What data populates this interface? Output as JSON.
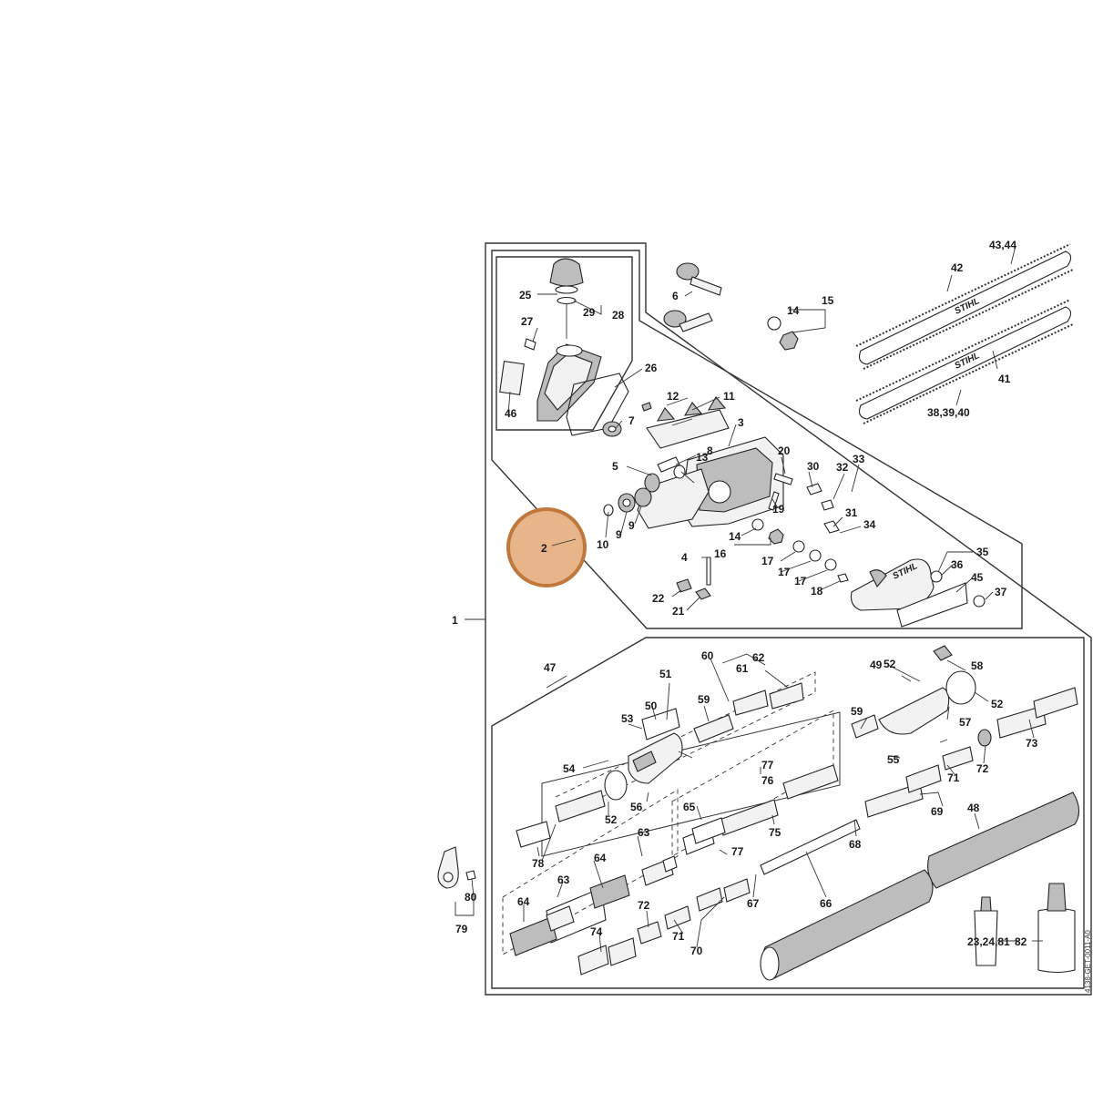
{
  "diagram": {
    "drawing_code": "4138-GET-0011-A0",
    "brand_text": "STIHL",
    "highlight_color": "#e8b48a",
    "highlight_stroke": "#c0783c",
    "highlighted_part": "2",
    "labels": {
      "p1": "1",
      "p2": "2",
      "p3": "3",
      "p4": "4",
      "p5": "5",
      "p6": "6",
      "p7": "7",
      "p8": "8",
      "p9a": "9",
      "p9b": "9",
      "p10": "10",
      "p11": "11",
      "p12": "12",
      "p13": "13",
      "p14a": "14",
      "p14b": "14",
      "p15": "15",
      "p16": "16",
      "p17a": "17",
      "p17b": "17",
      "p17c": "17",
      "p18": "18",
      "p19": "19",
      "p20": "20",
      "p21": "21",
      "p22": "22",
      "p25": "25",
      "p26": "26",
      "p27": "27",
      "p28": "28",
      "p29": "29",
      "p30": "30",
      "p31": "31",
      "p32": "32",
      "p33": "33",
      "p34": "34",
      "p35": "35",
      "p36": "36",
      "p37": "37",
      "p3839": "38,39,40",
      "p41": "41",
      "p42": "42",
      "p4344": "43,44",
      "p45": "45",
      "p46": "46",
      "p47": "47",
      "p48": "48",
      "p49": "49",
      "p50": "50",
      "p51": "51",
      "p52a": "52",
      "p52b": "52",
      "p52c": "52",
      "p53": "53",
      "p54": "54",
      "p55": "55",
      "p56": "56",
      "p57": "57",
      "p58": "58",
      "p59a": "59",
      "p59b": "59",
      "p60": "60",
      "p61": "61",
      "p62": "62",
      "p63a": "63",
      "p63b": "63",
      "p64a": "64",
      "p64b": "64",
      "p65": "65",
      "p66": "66",
      "p67": "67",
      "p68": "68",
      "p69": "69",
      "p70": "70",
      "p71a": "71",
      "p71b": "71",
      "p72a": "72",
      "p72b": "72",
      "p73": "73",
      "p74": "74",
      "p75": "75",
      "p76": "76",
      "p77a": "77",
      "p77b": "77",
      "p78": "78",
      "p79": "79",
      "p80": "80",
      "p232481": "23,24,81",
      "p82": "82"
    }
  }
}
